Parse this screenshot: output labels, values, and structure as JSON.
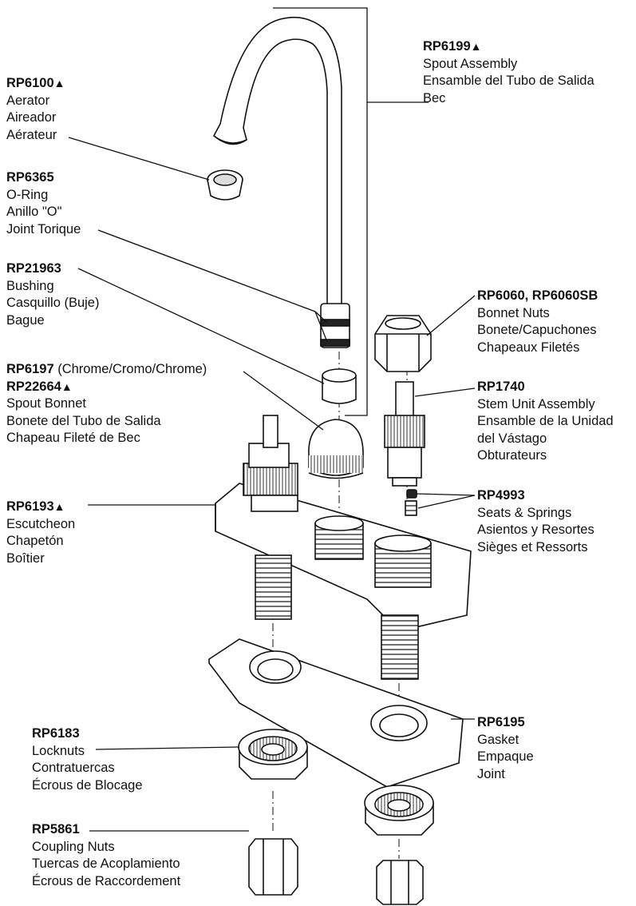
{
  "labels": {
    "spout": {
      "part": "RP6199",
      "marker": "▲",
      "lines": [
        "Spout Assembly",
        "Ensamble del Tubo de Salida",
        "Bec"
      ]
    },
    "aerator": {
      "part": "RP6100",
      "marker": "▲",
      "lines": [
        "Aerator",
        "Aireador",
        "Aérateur"
      ]
    },
    "oring": {
      "part": "RP6365",
      "lines": [
        "O-Ring",
        "Anillo \"O\"",
        "Joint Torique"
      ]
    },
    "bushing": {
      "part": "RP21963",
      "lines": [
        "Bushing",
        "Casquillo (Buje)",
        "Bague"
      ]
    },
    "bonnet_nuts": {
      "part": "RP6060, RP6060SB",
      "lines": [
        "Bonnet Nuts",
        "Bonete/Capuchones",
        "Chapeaux Filetés"
      ]
    },
    "spout_bonnet": {
      "part": "RP6197",
      "suffix": " (Chrome/Cromo/Chrome)",
      "part2": "RP22664",
      "marker": "▲",
      "lines": [
        "Spout Bonnet",
        "Bonete del Tubo de Salida",
        "Chapeau Fileté de Bec"
      ]
    },
    "stem_unit": {
      "part": "RP1740",
      "lines": [
        "Stem Unit Assembly",
        "Ensamble de la Unidad",
        "del Vástago",
        "Obturateurs"
      ]
    },
    "escutcheon": {
      "part": "RP6193",
      "marker": "▲",
      "lines": [
        "Escutcheon",
        "Chapetón",
        "Boîtier"
      ]
    },
    "seats_springs": {
      "part": "RP4993",
      "lines": [
        "Seats & Springs",
        "Asientos y Resortes",
        "Sièges et Ressorts"
      ]
    },
    "gasket": {
      "part": "RP6195",
      "lines": [
        "Gasket",
        "Empaque",
        "Joint"
      ]
    },
    "locknuts": {
      "part": "RP6183",
      "lines": [
        "Locknuts",
        "Contratuercas",
        "Écrous de Blocage"
      ]
    },
    "coupling_nuts": {
      "part": "RP5861",
      "lines": [
        "Coupling Nuts",
        "Tuercas de Acoplamiento",
        "Écrous de Raccordement"
      ]
    }
  }
}
